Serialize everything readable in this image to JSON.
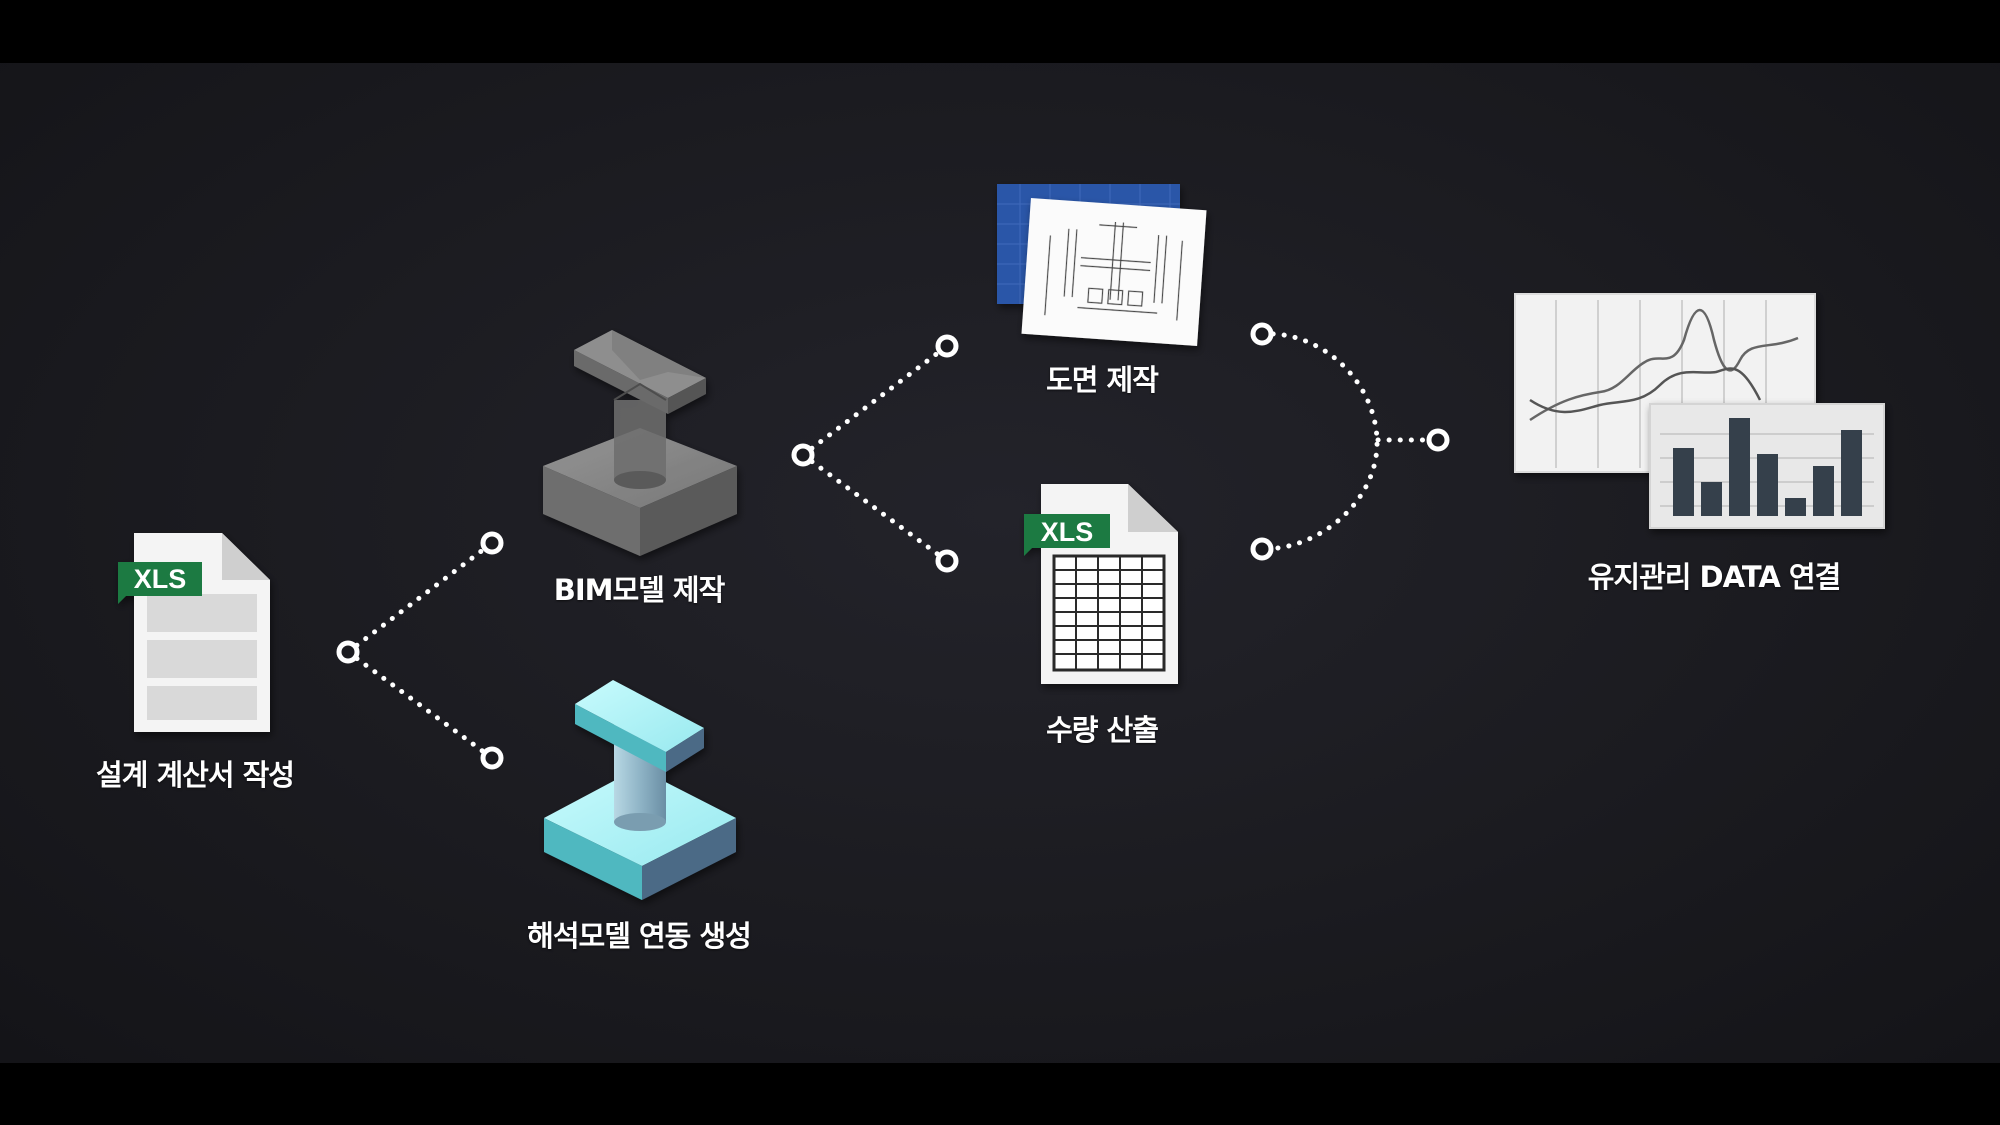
{
  "nodes": {
    "calc": {
      "label": "설계 계산서 작성",
      "badge": "XLS"
    },
    "bim": {
      "label": "BIM모델 제작"
    },
    "analysis": {
      "label": "해석모델 연동 생성"
    },
    "drawing": {
      "label": "도면 제작"
    },
    "quantity": {
      "label": "수량 산출",
      "badge": "XLS"
    },
    "maintenance": {
      "label": "유지관리 DATA 연결"
    }
  },
  "colors": {
    "background": "#1c1c21",
    "letterbox": "#000000",
    "xls_green": "#1f7a43",
    "connector": "#ffffff",
    "analysis_model": "#a9f1f5",
    "bim_model": "#8c8c8c",
    "blueprint": "#2b56a8",
    "bar_chart": "#34404c"
  },
  "icons": [
    "xls-document-icon",
    "bim-model-icon",
    "analysis-model-icon",
    "drawing-sheet-icon",
    "spreadsheet-icon",
    "chart-icon"
  ]
}
